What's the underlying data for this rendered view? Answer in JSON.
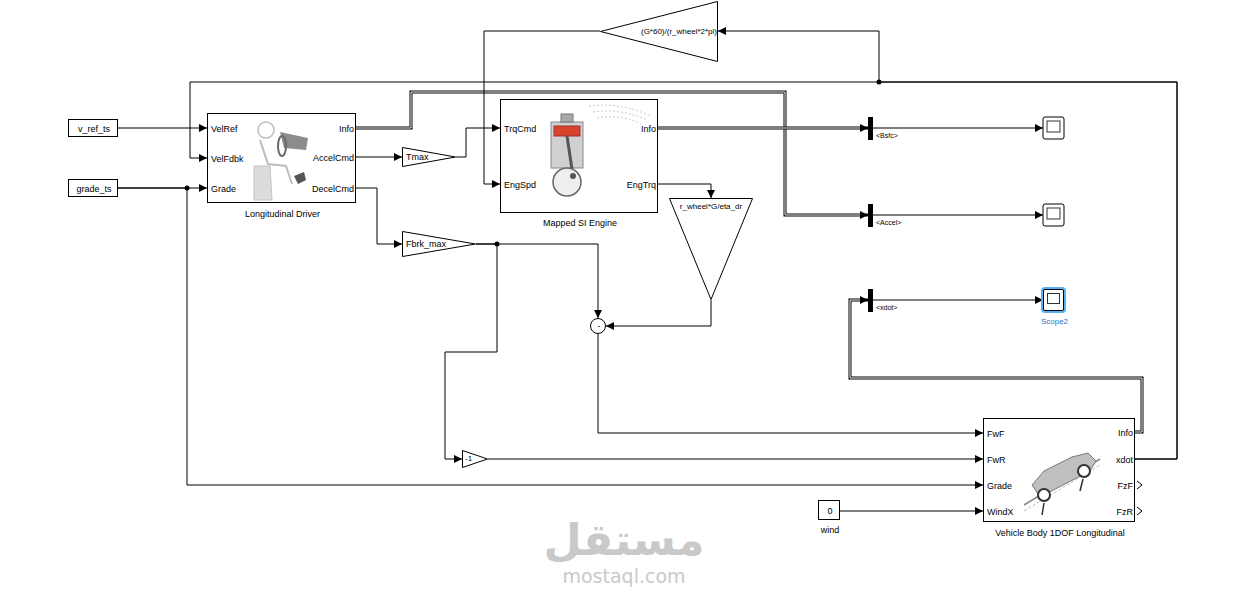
{
  "diagram": {
    "nodes": [
      {
        "text": [
          "(G*60)/(r_wheel*2*pi)"
        ]
      },
      {
        "text": [
          "v_ref_ts"
        ]
      },
      {
        "text": [
          "VelRef",
          "VelFdbk",
          "Grade",
          "Info",
          "AccelCmd",
          "DecelCmd",
          "Longitudinal Driver"
        ]
      },
      {
        "text": [
          "TrqCmd",
          "EngSpd",
          "Info",
          "EngTrq",
          "Mapped SI Engine"
        ]
      },
      {
        "text": [
          "<Bsfc>"
        ]
      },
      {
        "text": [
          "Tmax"
        ]
      },
      {
        "text": [
          "grade_ts"
        ]
      },
      {
        "text": [
          "r_wheel*G/eta_dr"
        ]
      },
      {
        "text": [
          "<Accel>"
        ]
      },
      {
        "text": [
          "Fbrk_max"
        ]
      },
      {
        "text": [
          "<xdot>"
        ]
      },
      {
        "text": [
          "Scope2"
        ]
      },
      {
        "text": [
          "-"
        ]
      },
      {
        "text": [
          "-1"
        ]
      },
      {
        "text": [
          "FwF",
          "FwR",
          "Grade",
          "WindX",
          "Info",
          "xdot",
          "FzF",
          "FzR",
          "Vehicle Body 1DOF Longitudinal"
        ]
      },
      {
        "text": [
          "0",
          "wind"
        ]
      }
    ],
    "edges": [
      {
        "from": 1,
        "to": 2,
        "arrow": "to"
      },
      {
        "from": 6,
        "to": 2,
        "arrow": "to"
      },
      {
        "from": 6,
        "to": 14,
        "arrow": "to"
      },
      {
        "from": 2,
        "to": 5,
        "arrow": "to"
      },
      {
        "from": 5,
        "to": 3,
        "arrow": "to"
      },
      {
        "from": 2,
        "to": 9,
        "arrow": "to"
      },
      {
        "from": 2,
        "to": 8,
        "arrow": "to"
      },
      {
        "from": 3,
        "to": 4,
        "arrow": "to"
      },
      {
        "from": 3,
        "to": 7,
        "arrow": "to"
      },
      {
        "from": 7,
        "to": 12,
        "arrow": "to"
      },
      {
        "from": 9,
        "to": 12,
        "arrow": "to"
      },
      {
        "from": 9,
        "to": 13,
        "arrow": "to"
      },
      {
        "from": 12,
        "to": 14,
        "arrow": "to"
      },
      {
        "from": 13,
        "to": 14,
        "arrow": "to"
      },
      {
        "from": 14,
        "to": 2,
        "arrow": "to"
      },
      {
        "from": 14,
        "to": 0,
        "arrow": "to"
      },
      {
        "from": 0,
        "to": 3,
        "arrow": "to"
      },
      {
        "from": 14,
        "to": 10,
        "arrow": "to"
      },
      {
        "from": 15,
        "to": 14,
        "arrow": "to"
      },
      {
        "from": 10,
        "to": 11,
        "arrow": "to"
      }
    ],
    "labels": [
      "مستقل",
      "mostaql.com"
    ]
  }
}
